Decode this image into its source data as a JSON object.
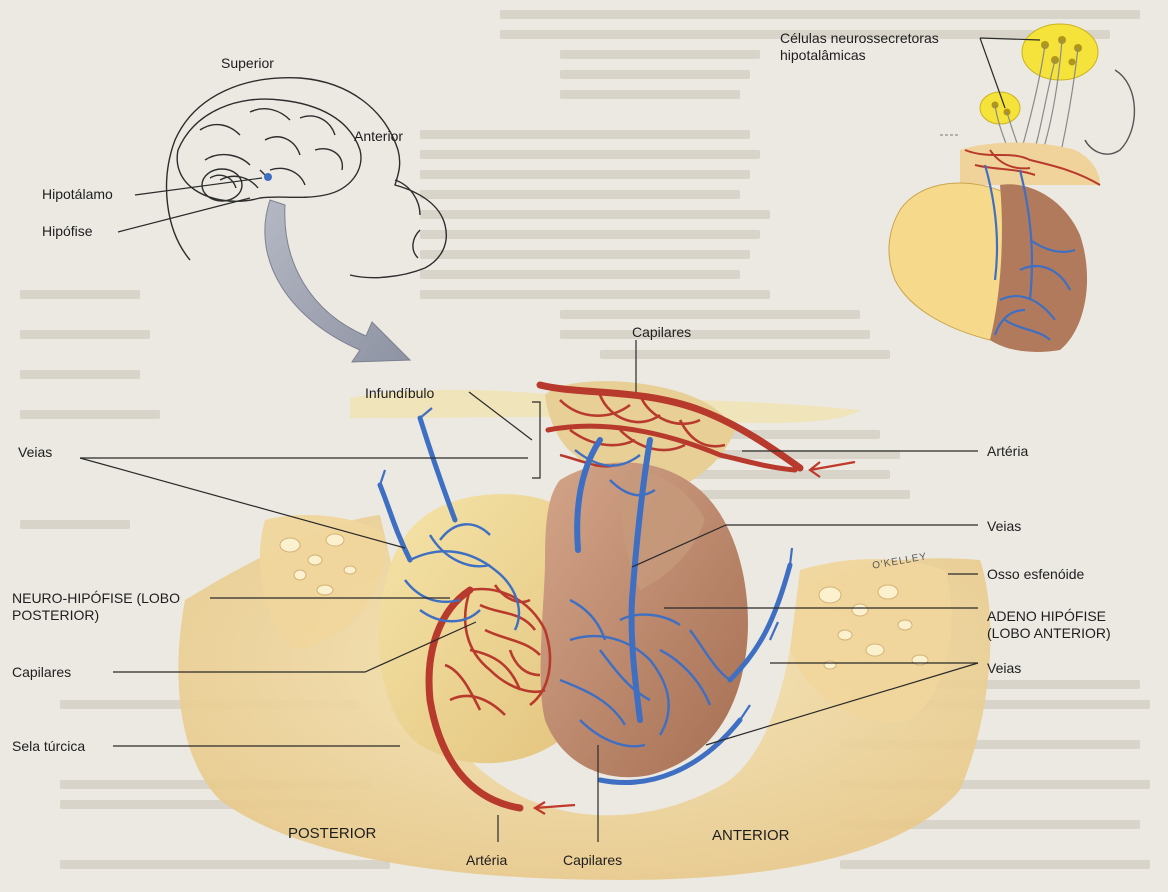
{
  "labels": {
    "superior": "Superior",
    "anterior": "Anterior",
    "hipotalamo": "Hipotálamo",
    "hipofise": "Hipófise",
    "celulas": "Células neurossecretoras\nhipotalâmicas",
    "infundibulo": "Infundíbulo",
    "capilares_top": "Capilares",
    "arteria_right": "Artéria",
    "veias_left": "Veias",
    "veias_mid": "Veias",
    "osso": "Osso esfenóide",
    "neuro": "NEURO-HIPÓFISE (LOBO\nPOSTERIOR)",
    "adeno": "ADENO HIPÓFISE\n(LOBO ANTERIOR)",
    "capilares_left": "Capilares",
    "veias_right": "Veias",
    "sela": "Sela túrcica",
    "posterior_cap": "POSTERIOR",
    "anterior_cap": "ANTERIOR",
    "arteria_bottom": "Artéria",
    "capilares_bottom": "Capilares",
    "signature": "O'KELLEY"
  },
  "colors": {
    "background": "#ece9e2",
    "bone": "#eed9a6",
    "posterior_lobe": "#f2dd96",
    "anterior_lobe": "#b98468",
    "artery": "#b83a2c",
    "vein": "#3f6fc2",
    "neurosecretory_cells": "#f5e23a"
  },
  "icons": [
    "brain-head-sketch",
    "pituitary-inset",
    "pituitary-main"
  ]
}
